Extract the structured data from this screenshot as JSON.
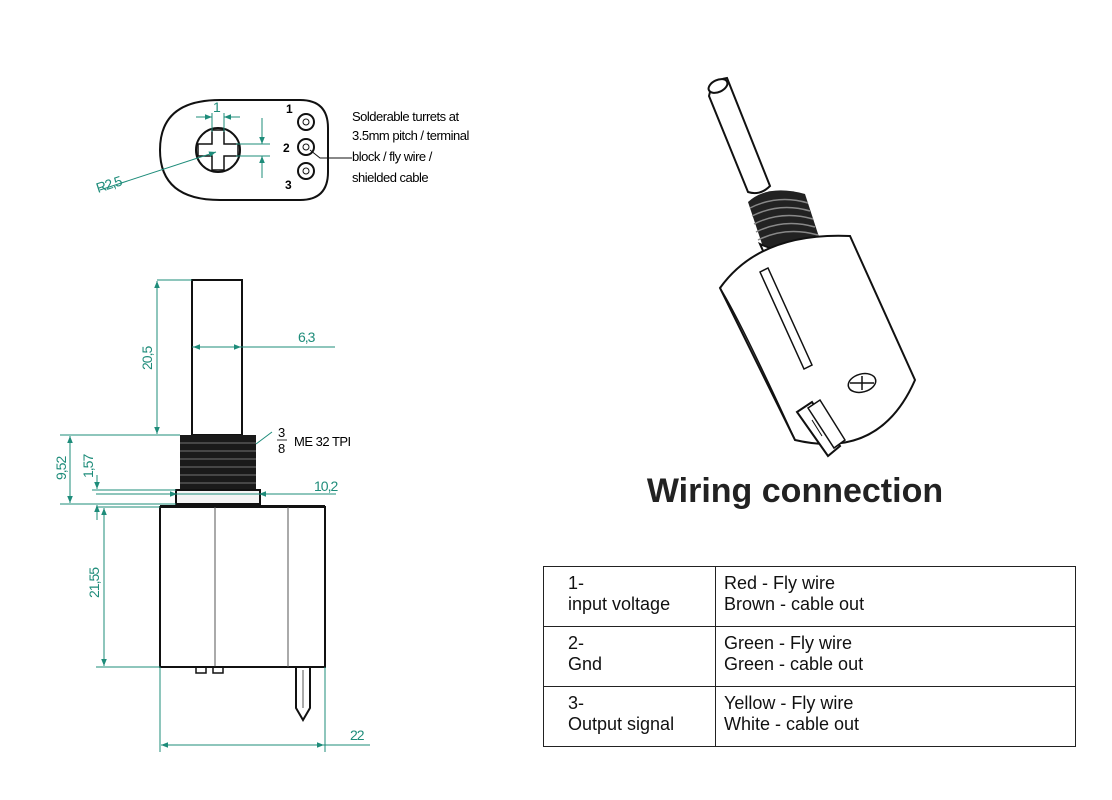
{
  "top_view": {
    "dim_width": "1",
    "dim_radius": "R2,5",
    "pin_labels": [
      "1",
      "2",
      "3"
    ],
    "note_lines": [
      "Solderable turrets at",
      "3.5mm pitch / terminal",
      "block / fly wire /",
      "shielded cable"
    ]
  },
  "side_view": {
    "dim_shaft_length": "20,5",
    "dim_shaft_diameter": "6,3",
    "dim_thread_height": "9,52",
    "dim_nut_height": "1,57",
    "dim_nut_width": "10,2",
    "dim_body_height": "21,55",
    "dim_body_width": "22",
    "thread_fraction_num": "3",
    "thread_fraction_den": "8",
    "thread_spec": "ME 32 TPI"
  },
  "wiring": {
    "title": "Wiring connection",
    "rows": [
      {
        "pin": "1-",
        "name": "input voltage",
        "wire1": "Red - Fly wire",
        "wire2": "Brown - cable out"
      },
      {
        "pin": "2-",
        "name": "Gnd",
        "wire1": "Green - Fly wire",
        "wire2": "Green - cable out"
      },
      {
        "pin": "3-",
        "name": "Output signal",
        "wire1": "Yellow - Fly wire",
        "wire2": "White  - cable out"
      }
    ]
  },
  "colors": {
    "dimension": "#1e8c7a",
    "outline": "#111111",
    "thread": "#1a1a1a"
  }
}
